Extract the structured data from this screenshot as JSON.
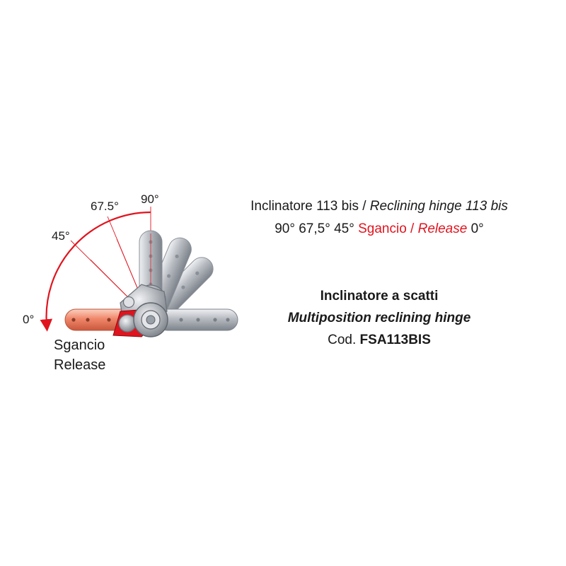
{
  "diagram": {
    "angles": {
      "deg90": "90°",
      "deg67": "67.5°",
      "deg45": "45°",
      "deg0": "0°"
    },
    "release": {
      "it": "Sgancio",
      "en": "Release"
    },
    "colors": {
      "accent": "#e0141e",
      "release_arm": "#f08a6e",
      "metal": "#b9bcc2"
    }
  },
  "header": {
    "line1_it": "Inclinatore 113 bis",
    "line1_sep": " / ",
    "line1_en": "Reclining hinge 113 bis",
    "line2_angles": "90° 67,5° 45°",
    "line2_release_it": "Sgancio",
    "line2_sep": " / ",
    "line2_release_en": "Release",
    "line2_end": "0°"
  },
  "product": {
    "name_it": "Inclinatore a scatti",
    "name_en": "Multiposition reclining hinge",
    "code_label": "Cod.",
    "code": "FSA113BIS"
  }
}
